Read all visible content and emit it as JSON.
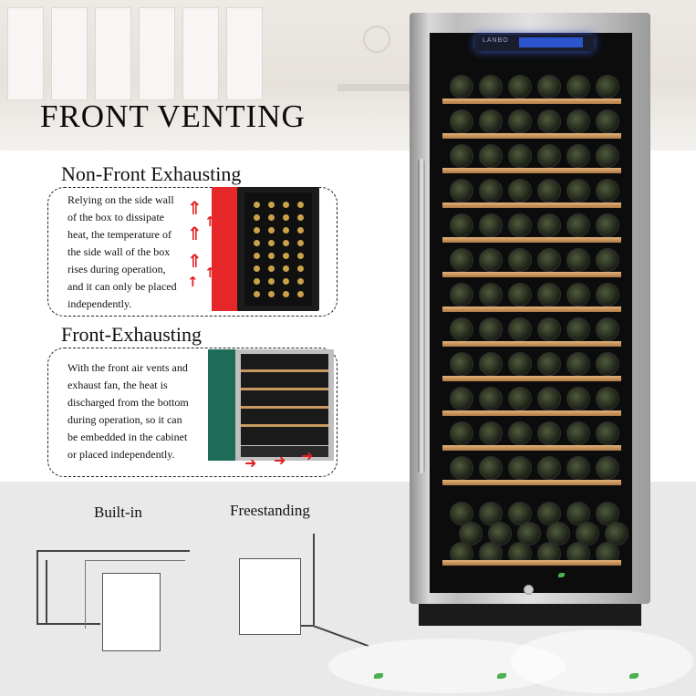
{
  "title": "FRONT VENTING",
  "non_front": {
    "heading": "Non-Front Exhausting",
    "lines": [
      "Relying on the side wall",
      "of the box to dissipate",
      "heat, the temperature of",
      "the side wall of the box",
      "rises during operation,",
      "and it can only be placed",
      "independently."
    ]
  },
  "front": {
    "heading": "Front-Exhausting",
    "lines": [
      "With the front air vents and",
      "exhaust fan, the heat is",
      "discharged from the bottom",
      "during operation, so it can",
      "be embedded in the cabinet",
      "or placed independently."
    ]
  },
  "install": {
    "built_in": "Built-in",
    "freestanding": "Freestanding"
  },
  "fridge": {
    "brand": "LANBO"
  },
  "colors": {
    "arrow": "#e31e1e",
    "shelf": "#c99a60",
    "side_red": "#e6282a",
    "side_green": "#1e6b58"
  }
}
